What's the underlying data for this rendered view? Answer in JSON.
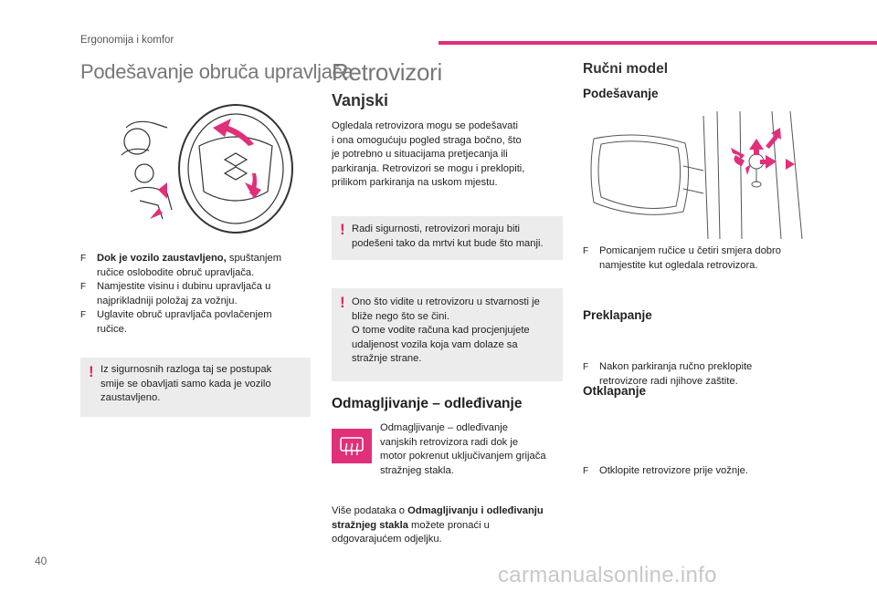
{
  "header": {
    "section": "Ergonomija i komfor"
  },
  "col1": {
    "title": "Podešavanje obruča upravljača",
    "b1_bold": "Dok je vozilo zaustavljeno,",
    "b1_rest": " spuštanjem",
    "b1_l2": "ručice oslobodite obruč upravljača.",
    "b2_l1": "Namjestite visinu i dubinu upravljača u",
    "b2_l2": "najprikladniji položaj za vožnju.",
    "b3_l1": "Uglavite obruč upravljača povlačenjem",
    "b3_l2": "ručice.",
    "warn_l1": "Iz sigurnosnih razloga taj se postupak",
    "warn_l2": "smije se obavljati samo kada je vozilo",
    "warn_l3": "zaustavljeno."
  },
  "col2": {
    "title": "Retrovizori",
    "subtitle": "Vanjski",
    "intro_l1": "Ogledala retrovizora mogu se podešavati",
    "intro_l2": "i ona omogućuju pogled straga bočno, što",
    "intro_l3": "je potrebno u situacijama pretjecanja ili",
    "intro_l4": "parkiranja. Retrovizori se mogu i preklopiti,",
    "intro_l5": "prilikom parkiranja na uskom mjestu.",
    "warn1_l1": "Radi sigurnosti, retrovizori moraju biti",
    "warn1_l2": "podešeni tako da mrtvi kut bude što manji.",
    "warn2_l1": "Ono što vidite u retrovizoru u stvarnosti je",
    "warn2_l2": "bliže nego što se čini.",
    "warn2_l3": "O tome vodite računa kad procjenjujete",
    "warn2_l4": "udaljenost vozila koja vam dolaze sa",
    "warn2_l5": "stražnje strane.",
    "defrost_title": "Odmagljivanje – odleđivanje",
    "defrost_l1": "Odmagljivanje – odleđivanje",
    "defrost_l2": "vanjskih retrovizora radi dok je",
    "defrost_l3": "motor pokrenut uključivanjem grijača",
    "defrost_l4": "stražnjeg stakla.",
    "more_l1a": "Više podataka o ",
    "more_l1b": "Odmagljivanju i odleđivanju",
    "more_l2a": "stražnjeg stakla",
    "more_l2b": " možete pronaći u",
    "more_l3": "odgovarajućem odjeljku."
  },
  "col3": {
    "title": "Ručni model",
    "adjust_title": "Podešavanje",
    "adjust_l1": "Pomicanjem ručice u četiri smjera dobro",
    "adjust_l2": "namjestite kut ogledala retrovizora.",
    "fold_title": "Preklapanje",
    "fold_l1": "Nakon parkiranja ručno preklopite",
    "fold_l2": "retrovizore radi njihove zaštite.",
    "unfold_title": "Otklapanje",
    "unfold_l1": "Otklopite retrovizore prije vožnje."
  },
  "bullet_glyph": "F",
  "warn_glyph": "!",
  "footer": {
    "page": "40",
    "watermark": "carmanualsonline.info"
  },
  "colors": {
    "accent": "#e0307a",
    "warning": "#e4264f",
    "box": "#ececec",
    "title_grey": "#777777"
  }
}
